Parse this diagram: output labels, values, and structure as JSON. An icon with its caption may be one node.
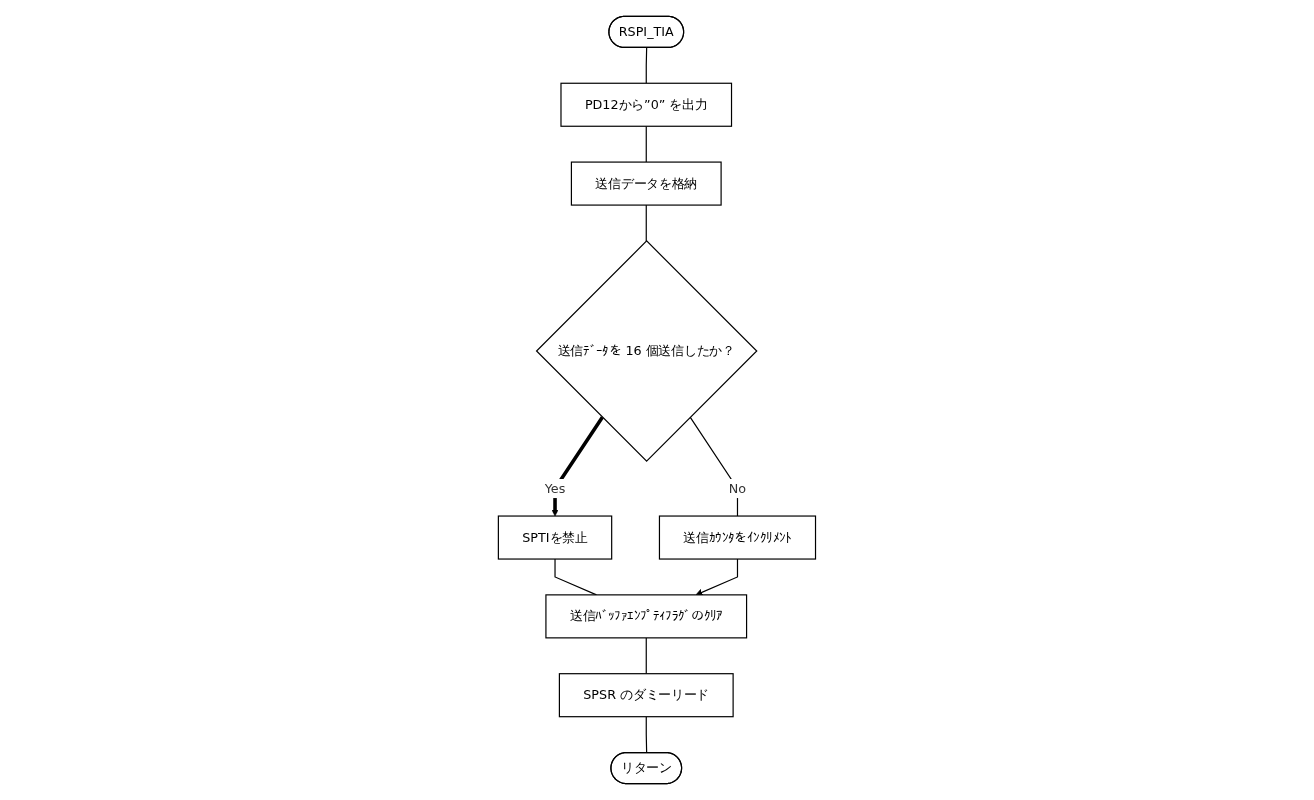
{
  "diagram": {
    "nodes": [
      {
        "text": [
          "RSPI_TIA"
        ]
      },
      {
        "text": [
          "PD12から”0” を出力"
        ]
      },
      {
        "text": [
          "送信データを格納"
        ]
      },
      {
        "text": [
          "送信ﾃﾞｰﾀを 16 個送信したか？"
        ]
      },
      {
        "text": [
          "SPTIを禁止"
        ]
      },
      {
        "text": [
          "送信ｶｳﾝﾀをｲﾝｸﾘﾒﾝﾄ"
        ]
      },
      {
        "text": [
          "送信ﾊﾞｯﾌｧｴﾝﾌﾟﾃｨﾌﾗｸﾞのｸﾘｱ"
        ]
      },
      {
        "text": [
          "SPSR のダミーリード"
        ]
      },
      {
        "text": [
          "リターン"
        ]
      }
    ],
    "edges": [
      {
        "from": 0,
        "to": 1,
        "arrow": "none"
      },
      {
        "from": 1,
        "to": 2,
        "arrow": "none"
      },
      {
        "from": 2,
        "to": 3,
        "arrow": "none"
      },
      {
        "from": 3,
        "to": 4,
        "arrow": "to",
        "label": "Yes",
        "style": "thick"
      },
      {
        "from": 3,
        "to": 5,
        "arrow": "none",
        "label": "No"
      },
      {
        "from": 4,
        "to": 6,
        "arrow": "none"
      },
      {
        "from": 5,
        "to": 6,
        "arrow": "to"
      },
      {
        "from": 6,
        "to": 7,
        "arrow": "none"
      },
      {
        "from": 7,
        "to": 8,
        "arrow": "none"
      }
    ]
  }
}
